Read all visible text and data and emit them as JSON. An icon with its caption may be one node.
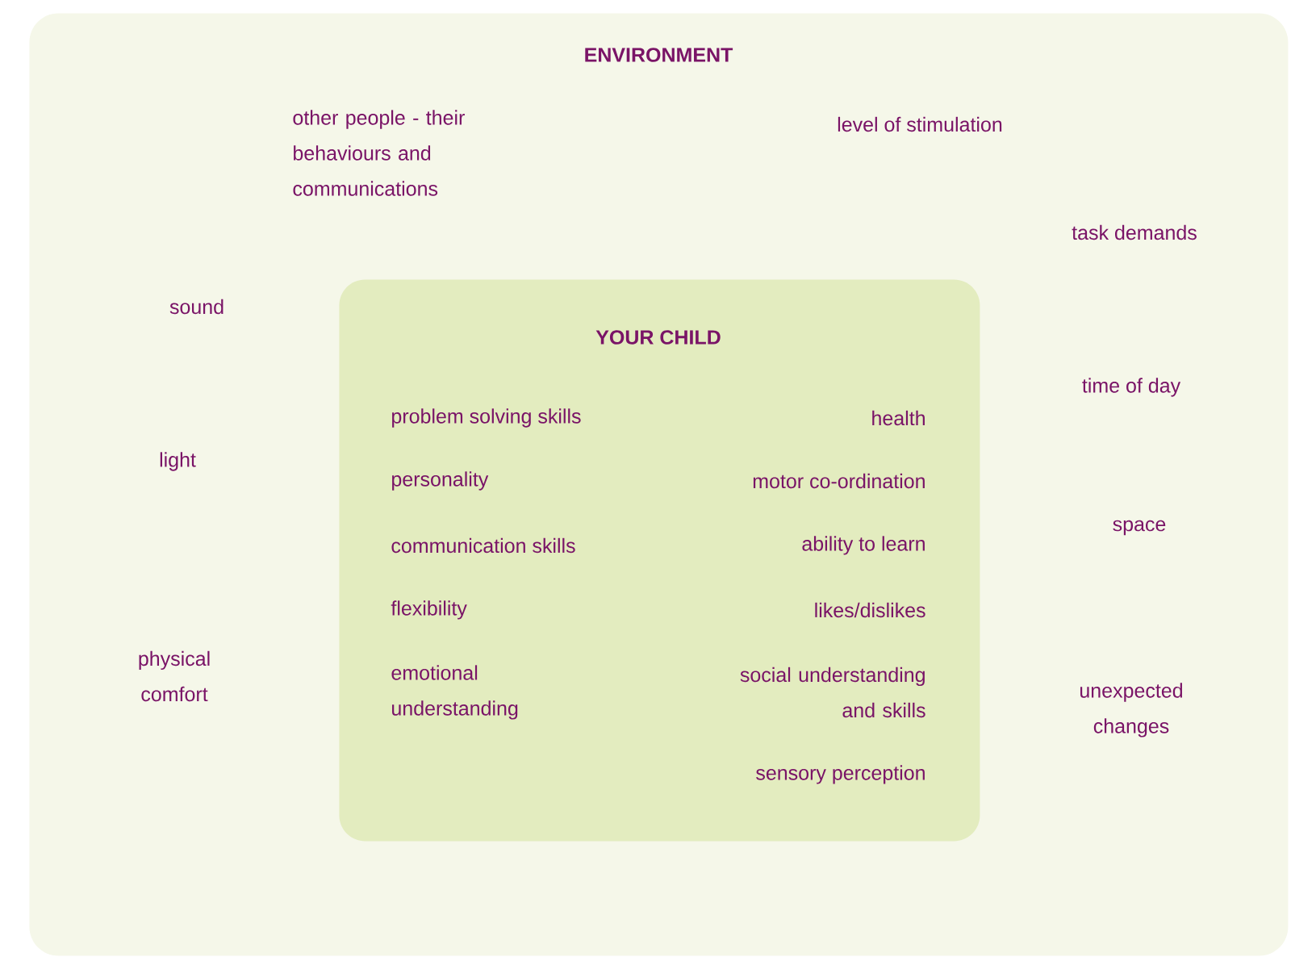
{
  "diagram": {
    "nodes": [
      {
        "text": [
          "ENVIRONMENT",
          "other people - their behaviours and communications",
          "level of stimulation",
          "task demands",
          "sound",
          "time of day",
          "light",
          "space",
          "physical comfort",
          "unexpected changes"
        ]
      },
      {
        "text": [
          "YOUR CHILD",
          "problem solving skills",
          "health",
          "personality",
          "motor co-ordination",
          "communication skills",
          "ability to learn",
          "flexibility",
          "likes/dislikes",
          "emotional understanding",
          "social understanding and skills",
          "sensory perception"
        ],
        "in": 0
      }
    ]
  }
}
